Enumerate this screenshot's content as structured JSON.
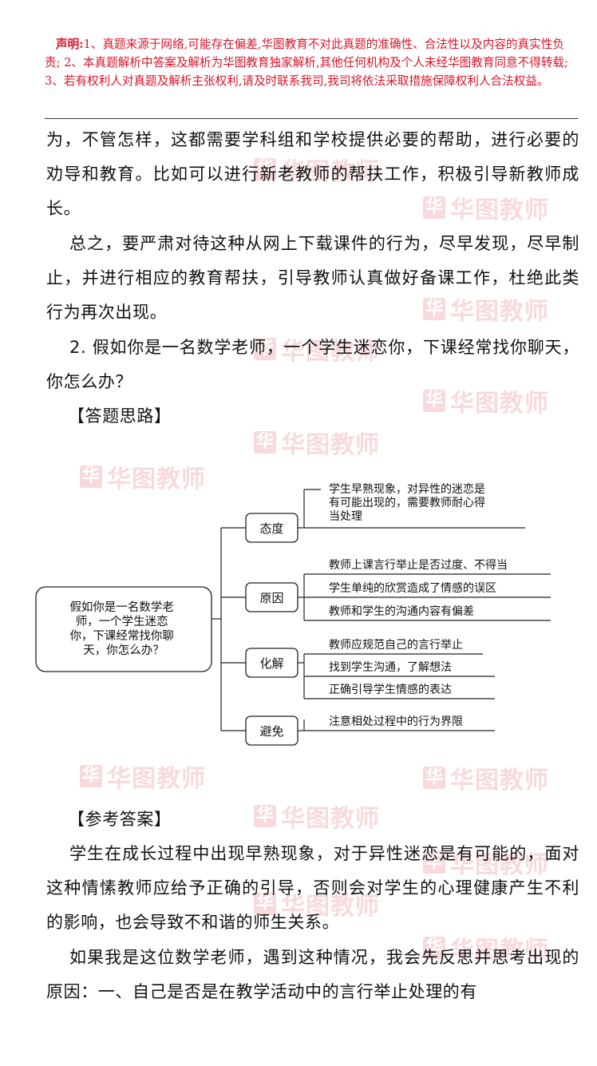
{
  "notice": {
    "lead": "声明:",
    "text": "1、真题来源于网络,可能存在偏差,华图教育不对此真题的准确性、合法性以及内容的真实性负责; 2、本真题解析中答案及解析为华图教育独家解析,其他任何机构及个人未经华图教育同意不得转载; 3、若有权利人对真题及解析主张权利,请及时联系我司,我司将依法采取措施保障权利人合法权益。"
  },
  "paragraphs": {
    "p1": "为，不管怎样，这都需要学科组和学校提供必要的帮助，进行必要的劝导和教育。比如可以进行新老教师的帮扶工作，积极引导新教师成长。",
    "p2": "总之，要严肃对待这种从网上下载课件的行为，尽早发现，尽早制止，并进行相应的教育帮扶，引导教师认真做好备课工作，杜绝此类行为再次出现。",
    "p3": "2. 假如你是一名数学老师，一个学生迷恋你，下课经常找你聊天，你怎么办？",
    "h1": "【答题思路】",
    "h2": "【参考答案】",
    "p4": "学生在成长过程中出现早熟现象，对于异性迷恋是有可能的，面对这种情愫教师应给予正确的引导，否则会对学生的心理健康产生不利的影响，也会导致不和谐的师生关系。",
    "p5": "如果我是这位数学老师，遇到这种情况，我会先反思并思考出现的原因：一、自己是否是在教学活动中的言行举止处理的有"
  },
  "mindmap": {
    "root": [
      "假如你是一名数学老",
      "师，一个学生迷恋",
      "你，下课经常找你聊",
      "天，你怎么办？"
    ],
    "branches": [
      {
        "label": "态度",
        "items": [
          [
            "学生早熟现象，对异性的迷恋是",
            "有可能出现的，需要教师耐心得",
            "当处理"
          ]
        ]
      },
      {
        "label": "原因",
        "items": [
          [
            "教师上课言行举止是否过度、不得当"
          ],
          [
            "学生单纯的欣赏造成了情感的误区"
          ],
          [
            "教师和学生的沟通内容有偏差"
          ]
        ]
      },
      {
        "label": "化解",
        "items": [
          [
            "教师应规范自己的言行举止"
          ],
          [
            "找到学生沟通，了解想法"
          ],
          [
            "正确引导学生情感的表达"
          ]
        ]
      },
      {
        "label": "避免",
        "items": [
          [
            "注意相处过程中的行为界限"
          ]
        ]
      }
    ]
  },
  "watermark": {
    "logo": "华",
    "brand": "华图教师",
    "color": "#d61c2c"
  }
}
